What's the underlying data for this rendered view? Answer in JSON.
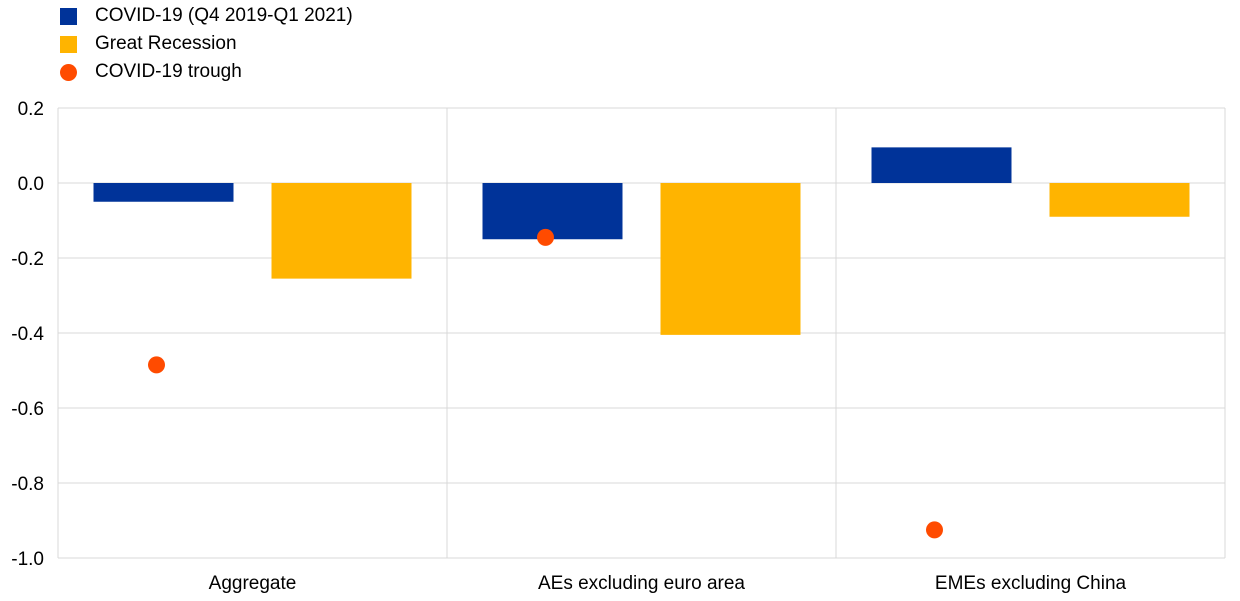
{
  "chart_data": {
    "type": "bar",
    "categories": [
      "Aggregate",
      "AEs excluding euro area",
      "EMEs excluding China"
    ],
    "series": [
      {
        "name": "COVID-19 (Q4 2019-Q1 2021)",
        "color": "#003399",
        "values": [
          -0.05,
          -0.15,
          0.095
        ]
      },
      {
        "name": "Great Recession",
        "color": "#ffb400",
        "values": [
          -0.255,
          -0.405,
          -0.09
        ]
      }
    ],
    "points": {
      "name": "COVID-19 trough",
      "color": "#ff4b00",
      "values": [
        -0.485,
        -0.145,
        -0.925
      ]
    },
    "yticks": [
      "0.2",
      "0.0",
      "-0.2",
      "-0.4",
      "-0.6",
      "-0.8",
      "-1.0"
    ],
    "ylim": [
      -1.0,
      0.2
    ],
    "grid": true,
    "legend_position": "top-left"
  }
}
